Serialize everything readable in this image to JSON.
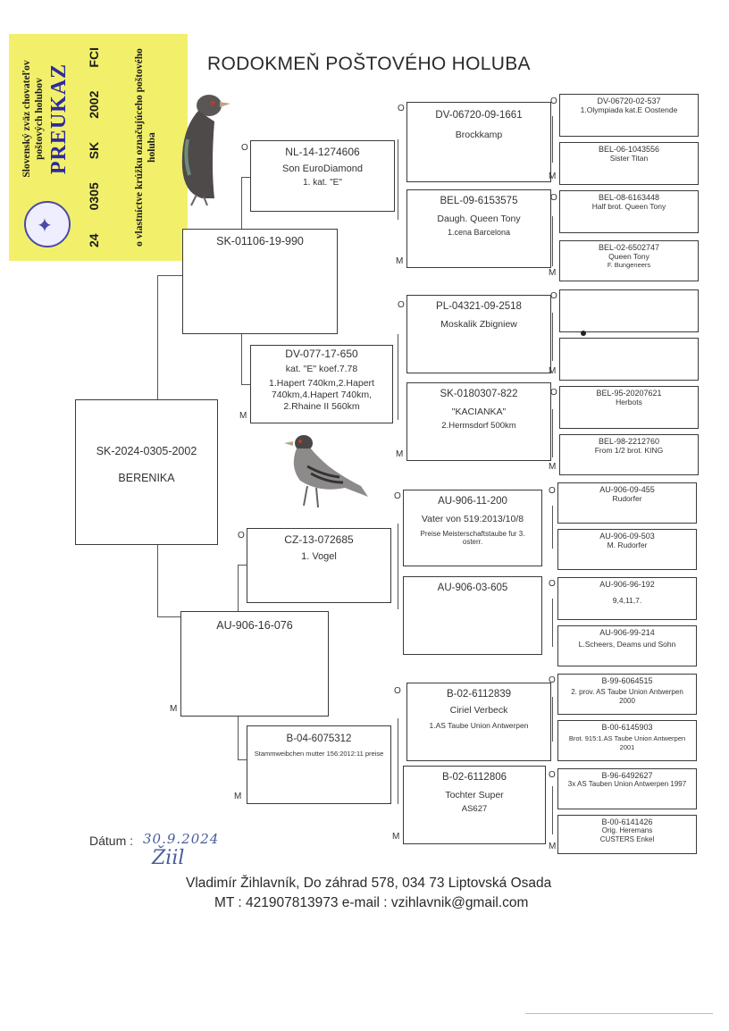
{
  "title": "RODOKMEŇ POŠTOVÉHO HOLUBA",
  "stamp": {
    "org": "Slovenský zväz chovateľov poštových holubov",
    "heading": "PREUKAZ",
    "note": "o vlastníctve krúžku označujúceho poštového holuba",
    "ring_parts": [
      "24",
      "0305",
      "SK",
      "2002",
      "FCI"
    ]
  },
  "gender": {
    "male": "O",
    "female": "M"
  },
  "pigeon": {
    "ring": "SK-2024-0305-2002",
    "name": "BERENIKA"
  },
  "parents": [
    {
      "ring": "SK-01106-19-990",
      "lines": []
    },
    {
      "ring": "AU-906-16-076",
      "lines": []
    }
  ],
  "grandparents": [
    {
      "ring": "NL-14-1274606",
      "lines": [
        "Son EuroDiamond",
        "1. kat. \"E\""
      ]
    },
    {
      "ring": "DV-077-17-650",
      "lines": [
        "kat. \"E\" koef.7.78",
        "1.Hapert 740km,2.Hapert",
        "740km,4.Hapert 740km,",
        "2.Rhaine II 560km"
      ]
    },
    {
      "ring": "CZ-13-072685",
      "lines": [
        "1. Vogel"
      ]
    },
    {
      "ring": "B-04-6075312",
      "lines": [
        "Stammweibchen mutter 156:2012:11 preise"
      ]
    }
  ],
  "great_grandparents": [
    {
      "ring": "DV-06720-09-1661",
      "lines": [
        "Brockkamp"
      ]
    },
    {
      "ring": "BEL-09-6153575",
      "lines": [
        "Daugh. Queen Tony",
        "1.cena Barcelona"
      ]
    },
    {
      "ring": "PL-04321-09-2518",
      "lines": [
        "Moskalik Zbigniew"
      ]
    },
    {
      "ring": "SK-0180307-822",
      "lines": [
        "\"KACIANKA\"",
        "2.Hermsdorf 500km"
      ]
    },
    {
      "ring": "AU-906-11-200",
      "lines": [
        "Vater von 519:2013/10/8",
        "Preise Meisterschaftstaube fur 3.",
        "osterr."
      ]
    },
    {
      "ring": "AU-906-03-605",
      "lines": []
    },
    {
      "ring": "B-02-6112839",
      "lines": [
        "Ciriel Verbeck",
        "1.AS Taube Union Antwerpen"
      ]
    },
    {
      "ring": "B-02-6112806",
      "lines": [
        "Tochter Super",
        "AS627"
      ]
    }
  ],
  "gen4": [
    {
      "ring": "DV-06720-02-537",
      "lines": [
        "1.Olympiada kat.E Oostende"
      ]
    },
    {
      "ring": "BEL-06-1043556",
      "lines": [
        "Sister Titan"
      ]
    },
    {
      "ring": "BEL-08-6163448",
      "lines": [
        "Half brot. Queen Tony"
      ]
    },
    {
      "ring": "BEL-02-6502747",
      "lines": [
        "Queen Tony",
        "F. Bungeneers"
      ]
    },
    {
      "ring": "",
      "lines": []
    },
    {
      "ring": "",
      "lines": []
    },
    {
      "ring": "BEL-95-20207621",
      "lines": [
        "Herbots"
      ]
    },
    {
      "ring": "BEL-98-2212760",
      "lines": [
        "From 1/2 brot. KING"
      ]
    },
    {
      "ring": "AU-906-09-455",
      "lines": [
        "Rudorfer"
      ]
    },
    {
      "ring": "AU-906-09-503",
      "lines": [
        "M. Rudorfer"
      ]
    },
    {
      "ring": "AU-906-96-192",
      "lines": [
        "9,4,11,7."
      ]
    },
    {
      "ring": "AU-906-99-214",
      "lines": [
        "L.Scheers, Deams und Sohn"
      ]
    },
    {
      "ring": "B-99-6064515",
      "lines": [
        "2. prov. AS Taube Union Antwerpen",
        "2000"
      ]
    },
    {
      "ring": "B-00-6145903",
      "lines": [
        "Brot. 915:1.AS Taube Union Antwerpen",
        "2001"
      ]
    },
    {
      "ring": "B-96-6492627",
      "lines": [
        "3x AS Tauben Union Antwerpen 1997"
      ]
    },
    {
      "ring": "B-00-6141426",
      "lines": [
        "Orig. Heremans",
        "CUSTERS Enkel"
      ]
    }
  ],
  "footer": {
    "date_label": "Dátum :",
    "date_value": "30.9.2024",
    "signature": "Žiil",
    "owner": "Vladimír Žihlavník,  Do záhrad 578, 034 73 Liptovská Osada",
    "contact": "MT : 421907813973  e-mail : vzihlavnik@gmail.com"
  }
}
